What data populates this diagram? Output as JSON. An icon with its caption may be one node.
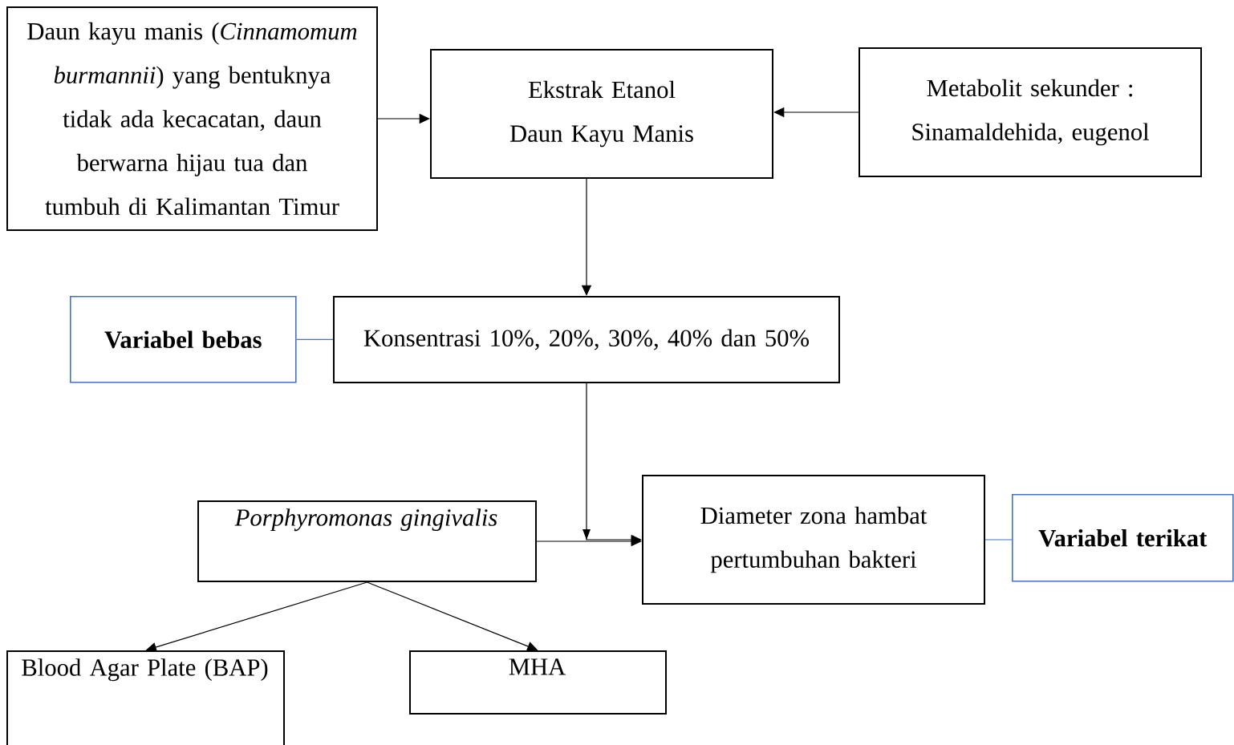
{
  "diagram": {
    "nodes": [
      {
        "text": [
          "Daun kayu manis (*Cinnamomum burmannii*) yang bentuknya tidak ada kecacatan, daun berwarna hijau tua dan tumbuh di Kalimantan Timur"
        ]
      },
      {
        "text": [
          "Ekstrak Etanol Daun Kayu Manis"
        ]
      },
      {
        "text": [
          "Metabolit sekunder : Sinamaldehida, eugenol"
        ]
      },
      {
        "text": [
          "Variabel bebas"
        ]
      },
      {
        "text": [
          "Konsentrasi 10%, 20%, 30%, 40% dan 50%"
        ]
      },
      {
        "text": [
          "Porphyromonas gingivalis"
        ]
      },
      {
        "text": [
          "Diameter zona hambat pertumbuhan bakteri"
        ]
      },
      {
        "text": [
          "Variabel terikat"
        ]
      },
      {
        "text": [
          "Blood Agar Plate (BAP)"
        ]
      },
      {
        "text": [
          "MHA"
        ]
      }
    ],
    "edges": [
      {
        "from": 0,
        "to": 1,
        "arrow": "to"
      },
      {
        "from": 2,
        "to": 1,
        "arrow": "to"
      },
      {
        "from": 1,
        "to": 4,
        "arrow": "to"
      },
      {
        "from": 3,
        "to": 4,
        "arrow": "none",
        "color": "#4472c4"
      },
      {
        "from": 4,
        "to": 6,
        "arrow": "to"
      },
      {
        "from": 5,
        "to": 6,
        "arrow": "to"
      },
      {
        "from": 6,
        "to": 7,
        "arrow": "none",
        "color": "#4472c4"
      },
      {
        "from": 5,
        "to": 8,
        "arrow": "to"
      },
      {
        "from": 5,
        "to": 9,
        "arrow": "to"
      }
    ]
  }
}
